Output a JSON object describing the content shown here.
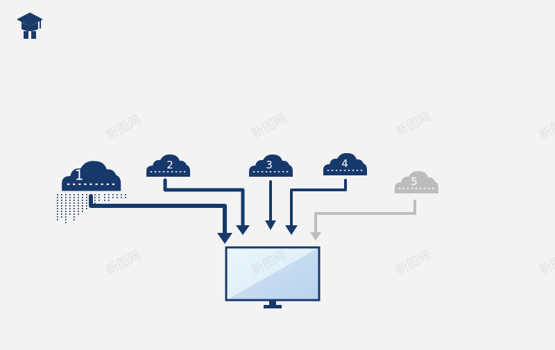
{
  "logo": {
    "icon": "graduation-cap-icon",
    "color": "#1a3a6a"
  },
  "watermark_text": "新图网",
  "colors": {
    "primary": "#17386b",
    "inactive": "#bdbdbd",
    "monitor_frame": "#17386b",
    "screen_light": "#e8f3fb",
    "screen_dark": "#c6dcf1"
  },
  "nodes": [
    {
      "label": "1",
      "active": true
    },
    {
      "label": "2",
      "active": true
    },
    {
      "label": "3",
      "active": true
    },
    {
      "label": "4",
      "active": true
    },
    {
      "label": "5",
      "active": false
    }
  ],
  "target": {
    "icon": "monitor-icon"
  }
}
